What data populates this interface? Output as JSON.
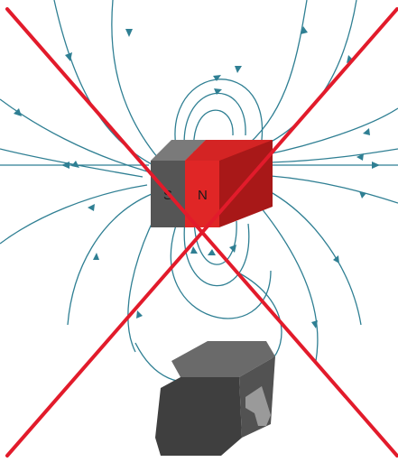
{
  "magnet": {
    "south_label": "S",
    "north_label": "N"
  },
  "colors": {
    "field_line": "#2f7f93",
    "magnet_north": "#e02626",
    "magnet_south": "#555555",
    "cross_out": "#e21b2b",
    "sensor_body": "#4a4a4a",
    "sensor_lead": "#9a9a9a"
  },
  "icons": [
    "bar-magnet",
    "field-lines",
    "hall-sensor",
    "cross-out-mark"
  ]
}
